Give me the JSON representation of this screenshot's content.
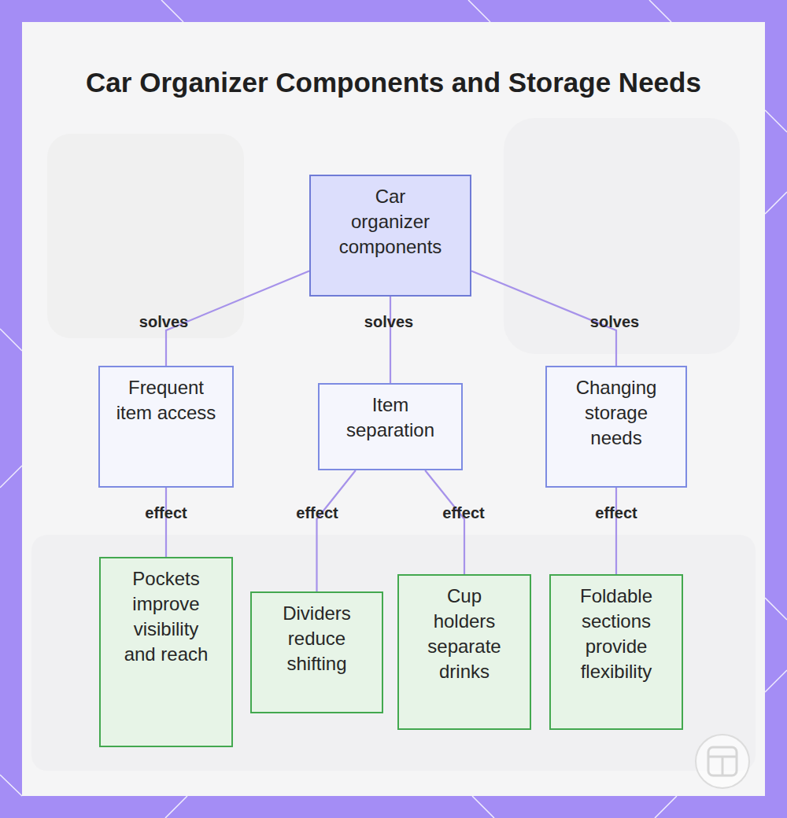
{
  "diagram": {
    "title": "Car Organizer Components and Storage Needs",
    "nodes": [
      {
        "text": [
          "Car organizer components"
        ]
      },
      {
        "text": [
          "Frequent item access"
        ]
      },
      {
        "text": [
          "Item separation"
        ]
      },
      {
        "text": [
          "Changing storage needs"
        ]
      },
      {
        "text": [
          "Pockets improve visibility and reach"
        ]
      },
      {
        "text": [
          "Dividers reduce shifting"
        ]
      },
      {
        "text": [
          "Cup holders separate drinks"
        ]
      },
      {
        "text": [
          "Foldable sections provide flexibility"
        ]
      }
    ],
    "edges": [
      {
        "from": 0,
        "to": 1,
        "arrow": "none",
        "label": "solves"
      },
      {
        "from": 0,
        "to": 2,
        "arrow": "none",
        "label": "solves"
      },
      {
        "from": 0,
        "to": 3,
        "arrow": "none",
        "label": "solves"
      },
      {
        "from": 1,
        "to": 4,
        "arrow": "none",
        "label": "effect"
      },
      {
        "from": 2,
        "to": 5,
        "arrow": "none",
        "label": "effect"
      },
      {
        "from": 2,
        "to": 6,
        "arrow": "none",
        "label": "effect"
      },
      {
        "from": 3,
        "to": 7,
        "arrow": "none",
        "label": "effect"
      }
    ]
  }
}
